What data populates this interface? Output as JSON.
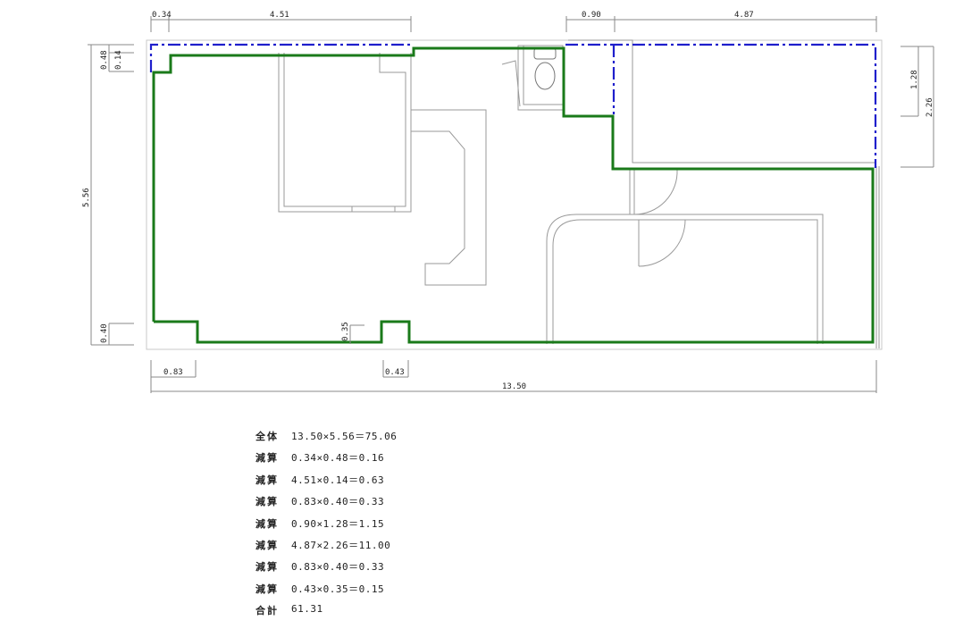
{
  "drawing": {
    "colors": {
      "area_outline": "#1a7a1a",
      "deduction_outline": "#1f1fcc",
      "walls": "#9a9a9a",
      "dimension_lines": "#777777"
    },
    "dimensions": {
      "top_1": "0.34",
      "top_2": "4.51",
      "top_3": "0.90",
      "top_4": "4.87",
      "left_1": "0.48",
      "left_2": "0.14",
      "left_total": "5.56",
      "left_bottom": "0.40",
      "right_1": "1.28",
      "right_2": "2.26",
      "bottom_1": "0.83",
      "bottom_2": "0.43",
      "bottom_total": "13.50",
      "inner_notch": "0.35"
    }
  },
  "calculation": {
    "rows": [
      {
        "label": "全体",
        "expr": "13.50×5.56＝75.06"
      },
      {
        "label": "減算",
        "expr": "0.34×0.48＝0.16"
      },
      {
        "label": "減算",
        "expr": "4.51×0.14＝0.63"
      },
      {
        "label": "減算",
        "expr": "0.83×0.40＝0.33"
      },
      {
        "label": "減算",
        "expr": "0.90×1.28＝1.15"
      },
      {
        "label": "減算",
        "expr": "4.87×2.26＝11.00"
      },
      {
        "label": "減算",
        "expr": "0.83×0.40＝0.33"
      },
      {
        "label": "減算",
        "expr": "0.43×0.35＝0.15"
      },
      {
        "label": "合計",
        "expr": "61.31"
      }
    ]
  }
}
